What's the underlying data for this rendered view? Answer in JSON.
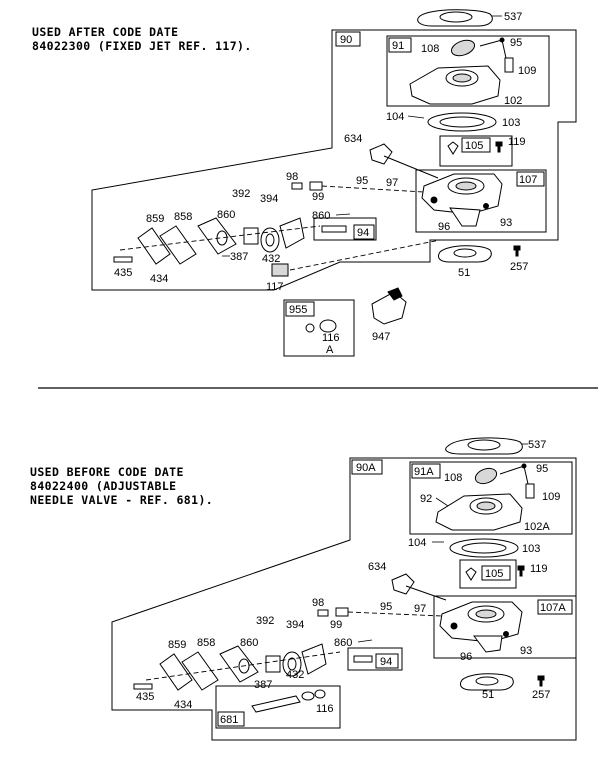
{
  "top_section": {
    "caption_line1": "USED AFTER CODE DATE",
    "caption_line2": "84022300 (FIXED JET REF. 117).",
    "labels": {
      "p537": "537",
      "p90": "90",
      "p91": "91",
      "p108": "108",
      "p95a": "95",
      "p109": "109",
      "p102": "102",
      "p104": "104",
      "p103": "103",
      "p105": "105",
      "p119": "119",
      "p634": "634",
      "p95b": "95",
      "p97": "97",
      "p107": "107",
      "p98": "98",
      "p99": "99",
      "p392": "392",
      "p394": "394",
      "p859": "859",
      "p858": "858",
      "p860a": "860",
      "p860b": "860",
      "p94": "94",
      "p96": "96",
      "p93": "93",
      "p435": "435",
      "p434": "434",
      "p387": "387",
      "p432": "432",
      "p51": "51",
      "p257": "257",
      "p117": "117",
      "p955": "955",
      "p116": "116",
      "p116A": "A",
      "p947": "947"
    }
  },
  "bottom_section": {
    "caption_line1": "USED BEFORE CODE DATE",
    "caption_line2": "84022400 (ADJUSTABLE",
    "caption_line3": "NEEDLE VALVE - REF. 681).",
    "labels": {
      "p537": "537",
      "p90A": "90A",
      "p91A": "91A",
      "p108": "108",
      "p95a": "95",
      "p92": "92",
      "p109": "109",
      "p102A": "102A",
      "p104": "104",
      "p103": "103",
      "p105": "105",
      "p119": "119",
      "p634": "634",
      "p98": "98",
      "p95b": "95",
      "p97": "97",
      "p107A": "107A",
      "p99": "99",
      "p392": "392",
      "p394": "394",
      "p860a": "860",
      "p860b": "860",
      "p859": "859",
      "p858": "858",
      "p94": "94",
      "p93": "93",
      "p96": "96",
      "p435": "435",
      "p434": "434",
      "p387": "387",
      "p432": "432",
      "p51": "51",
      "p257": "257",
      "p681": "681",
      "p116": "116"
    }
  }
}
